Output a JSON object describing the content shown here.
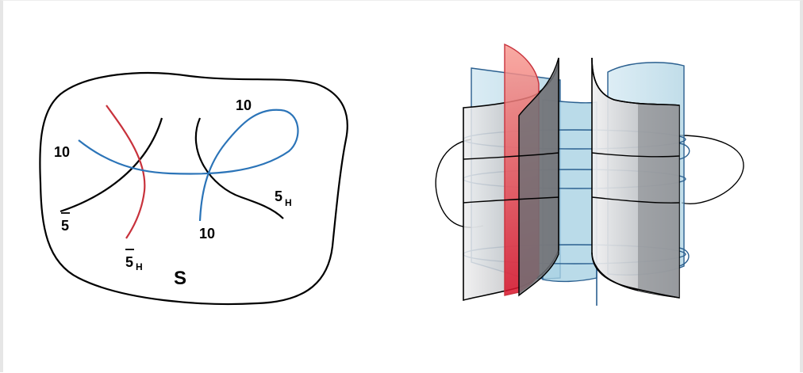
{
  "left_figure": {
    "labels": {
      "ten_top": "10",
      "ten_left": "10",
      "ten_bottom": "10",
      "five_bar": "5",
      "five_bar_h_base": "5",
      "five_bar_h_sub": "H",
      "five_h_base": "5",
      "five_h_sub": "H",
      "surface": "S"
    }
  },
  "colors": {
    "outline": "#000000",
    "blue_curve": "#2b74b8",
    "red_curve": "#c8323c",
    "cylinder_fill": "#b9d9e8",
    "cylinder_stroke": "#2a5f8f",
    "grey_sheet": "#bfc2c6",
    "red_sheet": "#e9566a"
  }
}
